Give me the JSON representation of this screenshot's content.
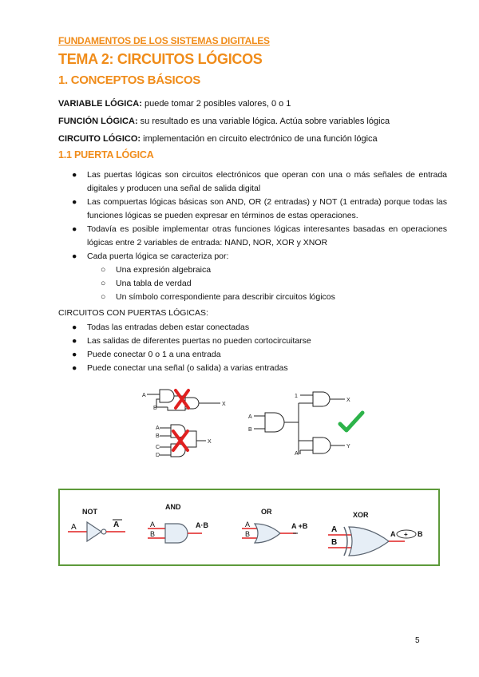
{
  "header": {
    "course": "FUNDAMENTOS DE LOS SISTEMAS DIGITALES",
    "tema": "TEMA 2: CIRCUITOS LÓGICOS",
    "section": "1. CONCEPTOS BÁSICOS"
  },
  "definitions": [
    {
      "term": "VARIABLE LÓGICA:",
      "text": " puede tomar 2 posibles valores, 0 o 1"
    },
    {
      "term": "FUNCIÓN LÓGICA:",
      "text": " su resultado es una variable lógica. Actúa sobre variables lógica"
    },
    {
      "term": "CIRCUITO LÓGICO:",
      "text": " implementación en circuito electrónico de una función lógica"
    }
  ],
  "subsection": "1.1 PUERTA LÓGICA",
  "bullet_glyph": "●",
  "sub_bullet_glyph": "○",
  "puerta_bullets": [
    "Las puertas lógicas son circuitos electrónicos que operan con una o más señales de entrada digitales y producen una señal de salida digital",
    "Las compuertas lógicas básicas son AND, OR (2 entradas) y NOT (1 entrada) porque todas las funciones lógicas se pueden expresar en términos de estas operaciones.",
    "Todavía es posible implementar otras funciones lógicas interesantes basadas en operaciones lógicas entre 2 variables de entrada: NAND, NOR, XOR y XNOR",
    "Cada puerta lógica se caracteriza por:"
  ],
  "puerta_subbullets": [
    "Una expresión algebraica",
    "Una tabla de verdad",
    "Un símbolo correspondiente para describir circuitos lógicos"
  ],
  "circuitos": {
    "heading": "CIRCUITOS CON PUERTAS LÓGICAS:",
    "bullets": [
      "Todas las entradas deben estar conectadas",
      "Las salidas de diferentes puertas no pueden cortocircuitarse",
      "Puede conectar 0 o 1 a una entrada",
      "Puede conectar una señal (o salida) a varias entradas"
    ]
  },
  "circuit_figure": {
    "wrong1": {
      "in_a": "A",
      "in_b": "B",
      "out": "X"
    },
    "wrong2": {
      "inputs": [
        "A",
        "B",
        "C",
        "D"
      ],
      "out": "X"
    },
    "right": {
      "const": "1",
      "in_a": "A",
      "in_b": "B",
      "in_a2": "A",
      "out_x": "X",
      "out_y": "Y"
    },
    "colors": {
      "cross": "#e02020",
      "check": "#2db34a"
    }
  },
  "gates": {
    "not": {
      "title": "NOT",
      "in": "A",
      "out": "A"
    },
    "and": {
      "title": "AND",
      "in_a": "A",
      "in_b": "B",
      "out": "A·B"
    },
    "or": {
      "title": "OR",
      "in_a": "A",
      "in_b": "B",
      "out": "A +B"
    },
    "xor": {
      "title": "XOR",
      "in_a": "A",
      "in_b": "B",
      "out_a": "A",
      "out_op": "+",
      "out_b": "B"
    },
    "colors": {
      "wire": "#e02020",
      "gate_fill": "#e6eef6",
      "gate_stroke": "#5a6470",
      "border": "#5d9a3a"
    }
  },
  "page_number": "5"
}
